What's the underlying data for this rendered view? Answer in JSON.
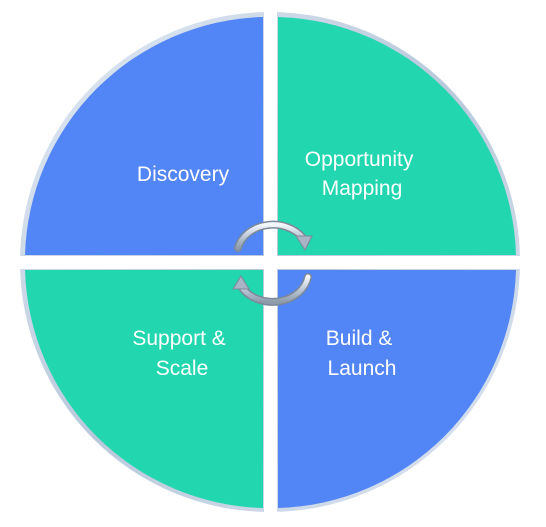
{
  "diagram": {
    "quadrants": [
      {
        "id": "discovery",
        "lines": [
          "Discovery"
        ],
        "color": "#5285F5"
      },
      {
        "id": "opportunity-mapping",
        "lines": [
          "Opportunity",
          "Mapping"
        ],
        "color": "#22D6B0"
      },
      {
        "id": "build-launch",
        "lines": [
          "Build &",
          "Launch"
        ],
        "color": "#5285F5"
      },
      {
        "id": "support-scale",
        "lines": [
          "Support &",
          "Scale"
        ],
        "color": "#22D6B0"
      }
    ],
    "center_icon": "circular-refresh-arrows-icon",
    "rim_color": "#c9d6e6",
    "gap_color": "#ffffff"
  }
}
